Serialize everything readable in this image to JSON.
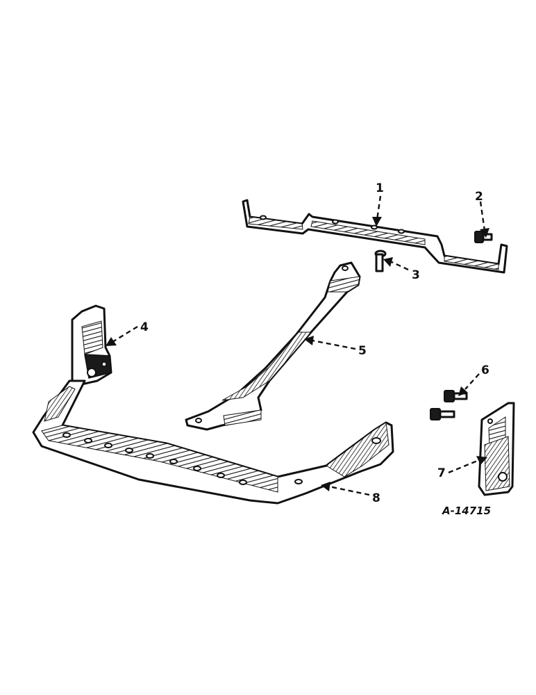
{
  "callouts": {
    "c1": "1",
    "c2": "2",
    "c3": "3",
    "c4": "4",
    "c5": "5",
    "c6": "6",
    "c7": "7",
    "c8": "8"
  },
  "drawing_code": "A-14715",
  "colors": {
    "ink": "#111111",
    "paper": "#ffffff"
  }
}
